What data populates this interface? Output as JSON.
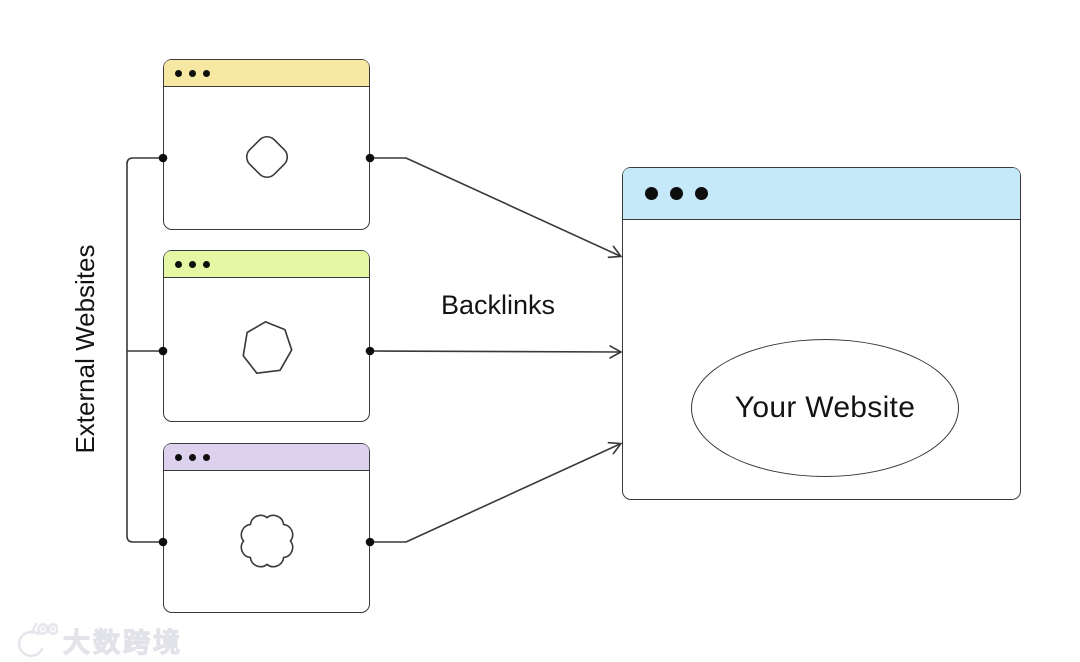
{
  "diagram": {
    "group_label": "External Websites",
    "arrow_label": "Backlinks",
    "external_windows": [
      {
        "icon": "diamond-blob-icon",
        "header_color": "#f6e7a3"
      },
      {
        "icon": "heptagon-blob-icon",
        "header_color": "#e5f6a5"
      },
      {
        "icon": "flower-blob-icon",
        "header_color": "#ddd2ed"
      }
    ],
    "main_window": {
      "ellipse_label": "Your Website",
      "header_color": "#c6e9fa"
    },
    "line_color": "#39393b"
  },
  "watermark": {
    "logo_icon": "100-smiley-logo-icon",
    "text": "大数跨境",
    "color": "#e9e9ee"
  }
}
